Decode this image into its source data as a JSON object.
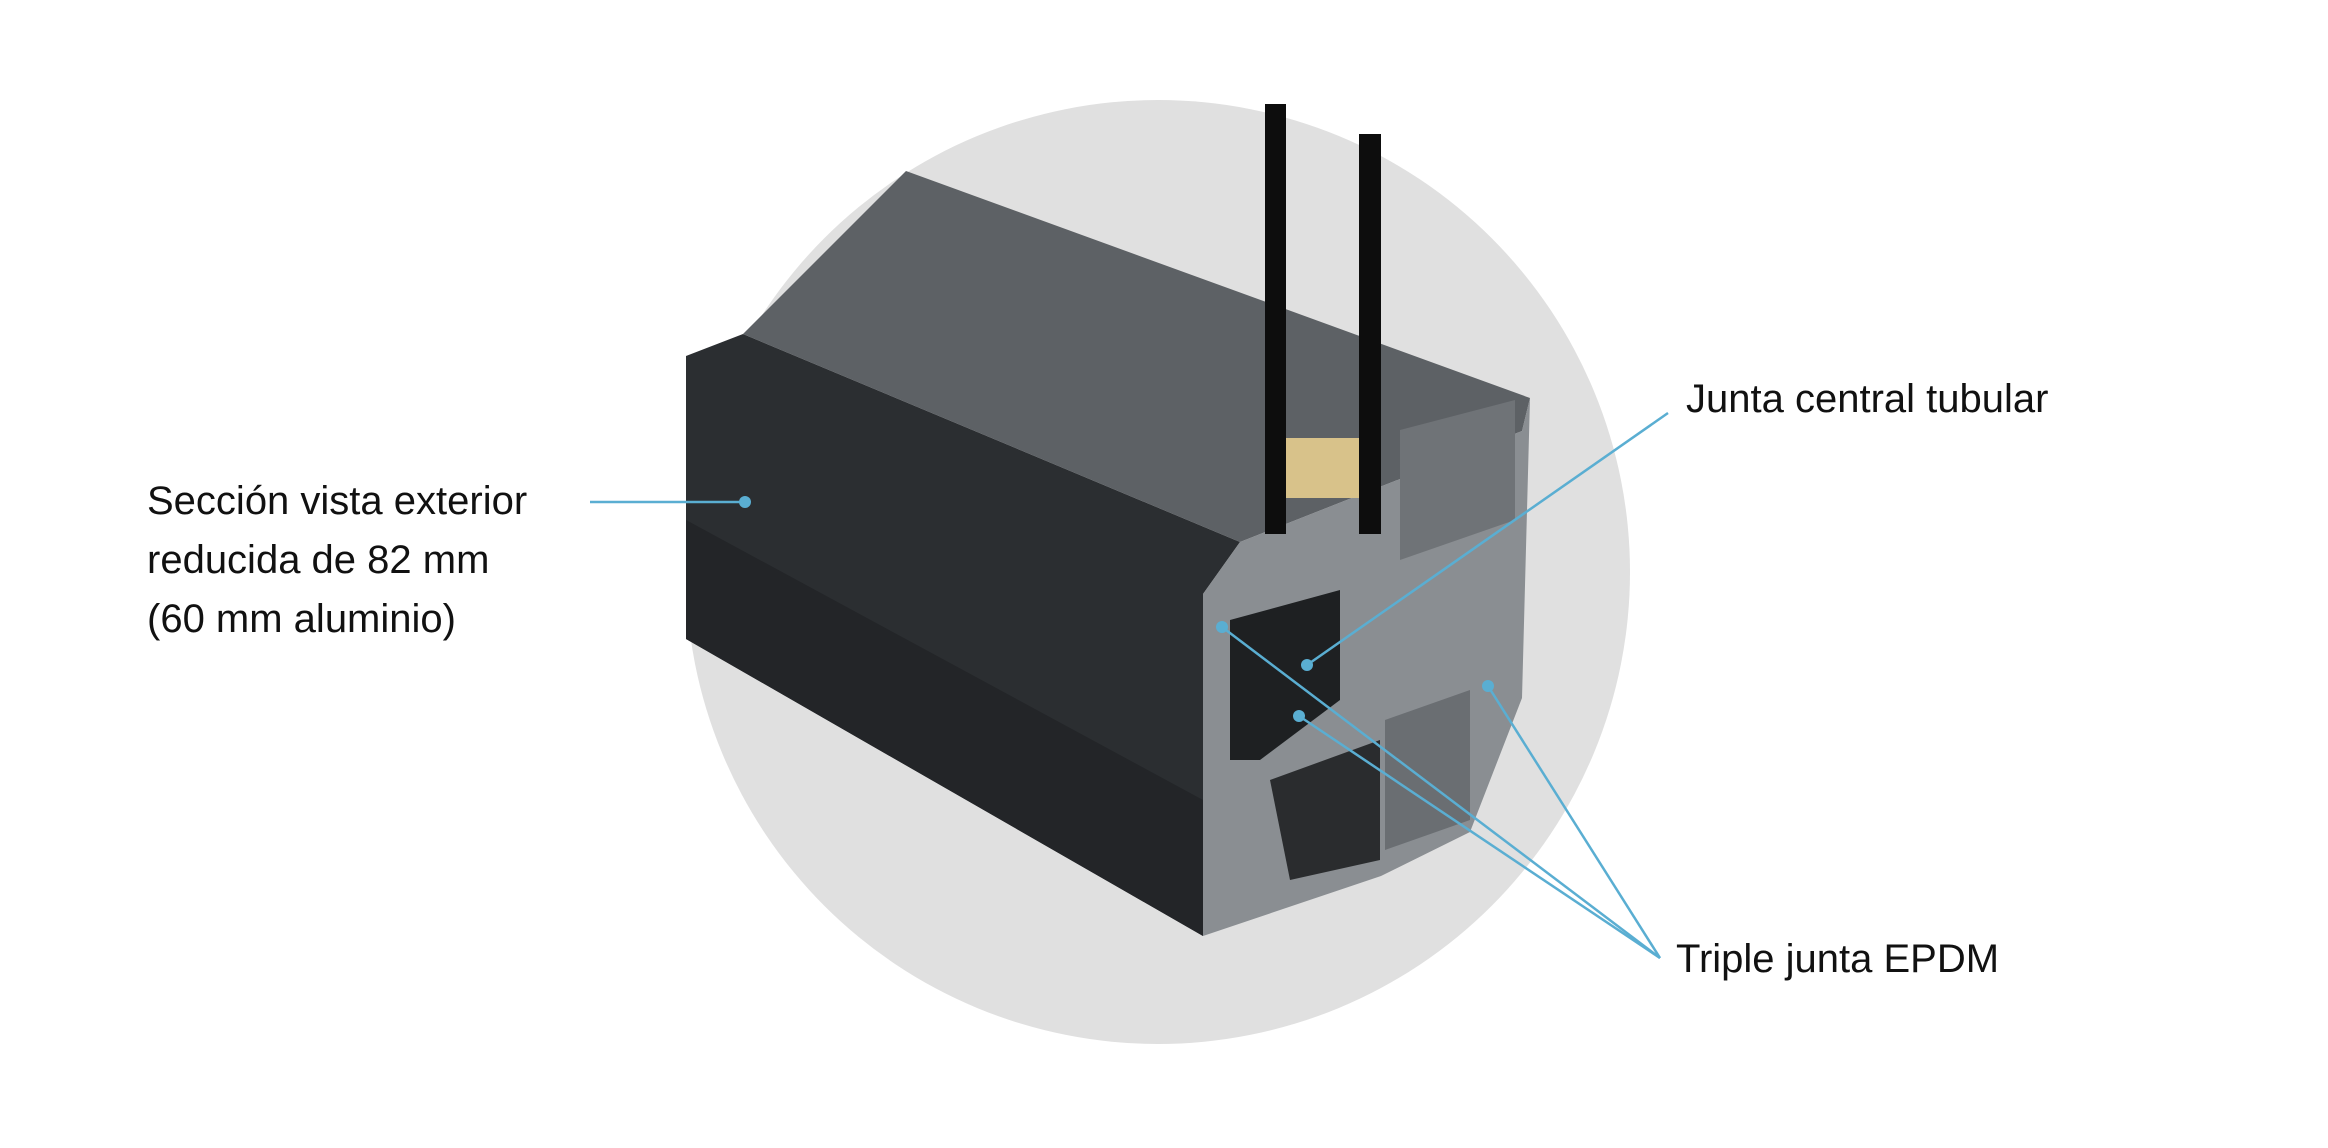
{
  "labels": {
    "seccion": [
      "Sección vista exterior",
      "reducida de 82 mm",
      "(60 mm aluminio)"
    ],
    "junta_central": "Junta central tubular",
    "triple_junta": "Triple junta EPDM"
  },
  "colors": {
    "background_circle": "#e0e0e0",
    "leader_line": "#5aaed2",
    "profile_dark": "#2b2e31",
    "profile_section": "#8a8e92",
    "spacer": "#d8c28a"
  }
}
